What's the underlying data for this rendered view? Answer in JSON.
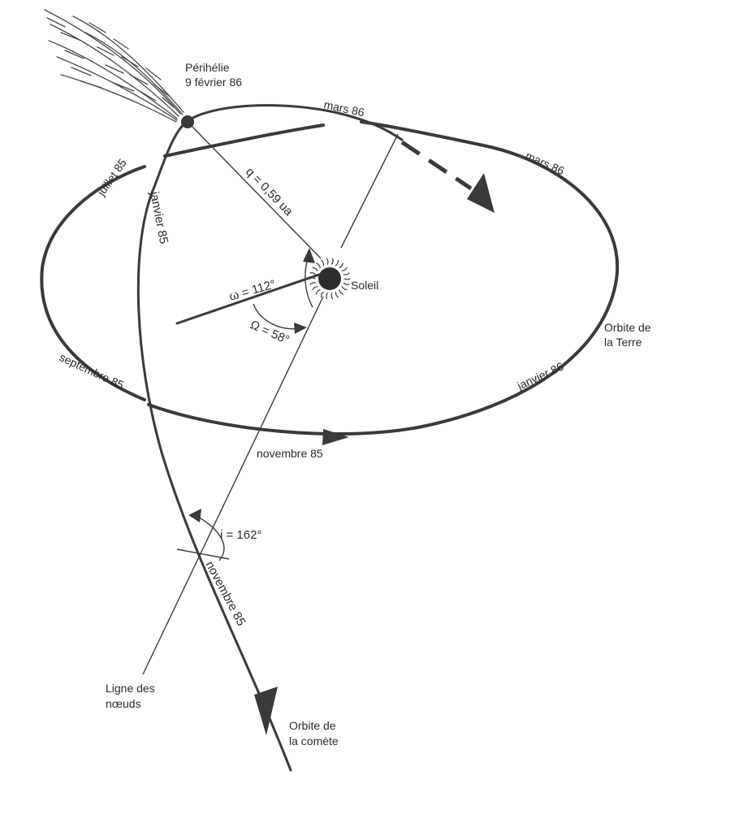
{
  "diagram": {
    "perihelion": {
      "line1": "Périhélie",
      "line2": "9 février 86"
    },
    "q_label": "q = 0,59 ua",
    "omega_label": "ω = 112°",
    "node_longitude_label": "Ω = 58°",
    "inclination_label": "i = 162°",
    "sun_label": "Soleil",
    "earth_orbit": {
      "line1": "Orbite de",
      "line2": "la Terre",
      "dates": {
        "juillet": "juillet 85",
        "septembre": "septembre 85",
        "novembre": "novembre 85",
        "janvier": "janvier 86",
        "mars": "mars 86"
      }
    },
    "comet_orbit": {
      "line1": "Orbite de",
      "line2": "la comète",
      "dates": {
        "janvier": "janvier 85",
        "novembre": "novembre 85",
        "mars": "mars 86"
      }
    },
    "node_line": {
      "line1": "Ligne des",
      "line2": "nœuds"
    }
  },
  "colors": {
    "ink": "#3a3a3a",
    "paper": "#ffffff"
  }
}
